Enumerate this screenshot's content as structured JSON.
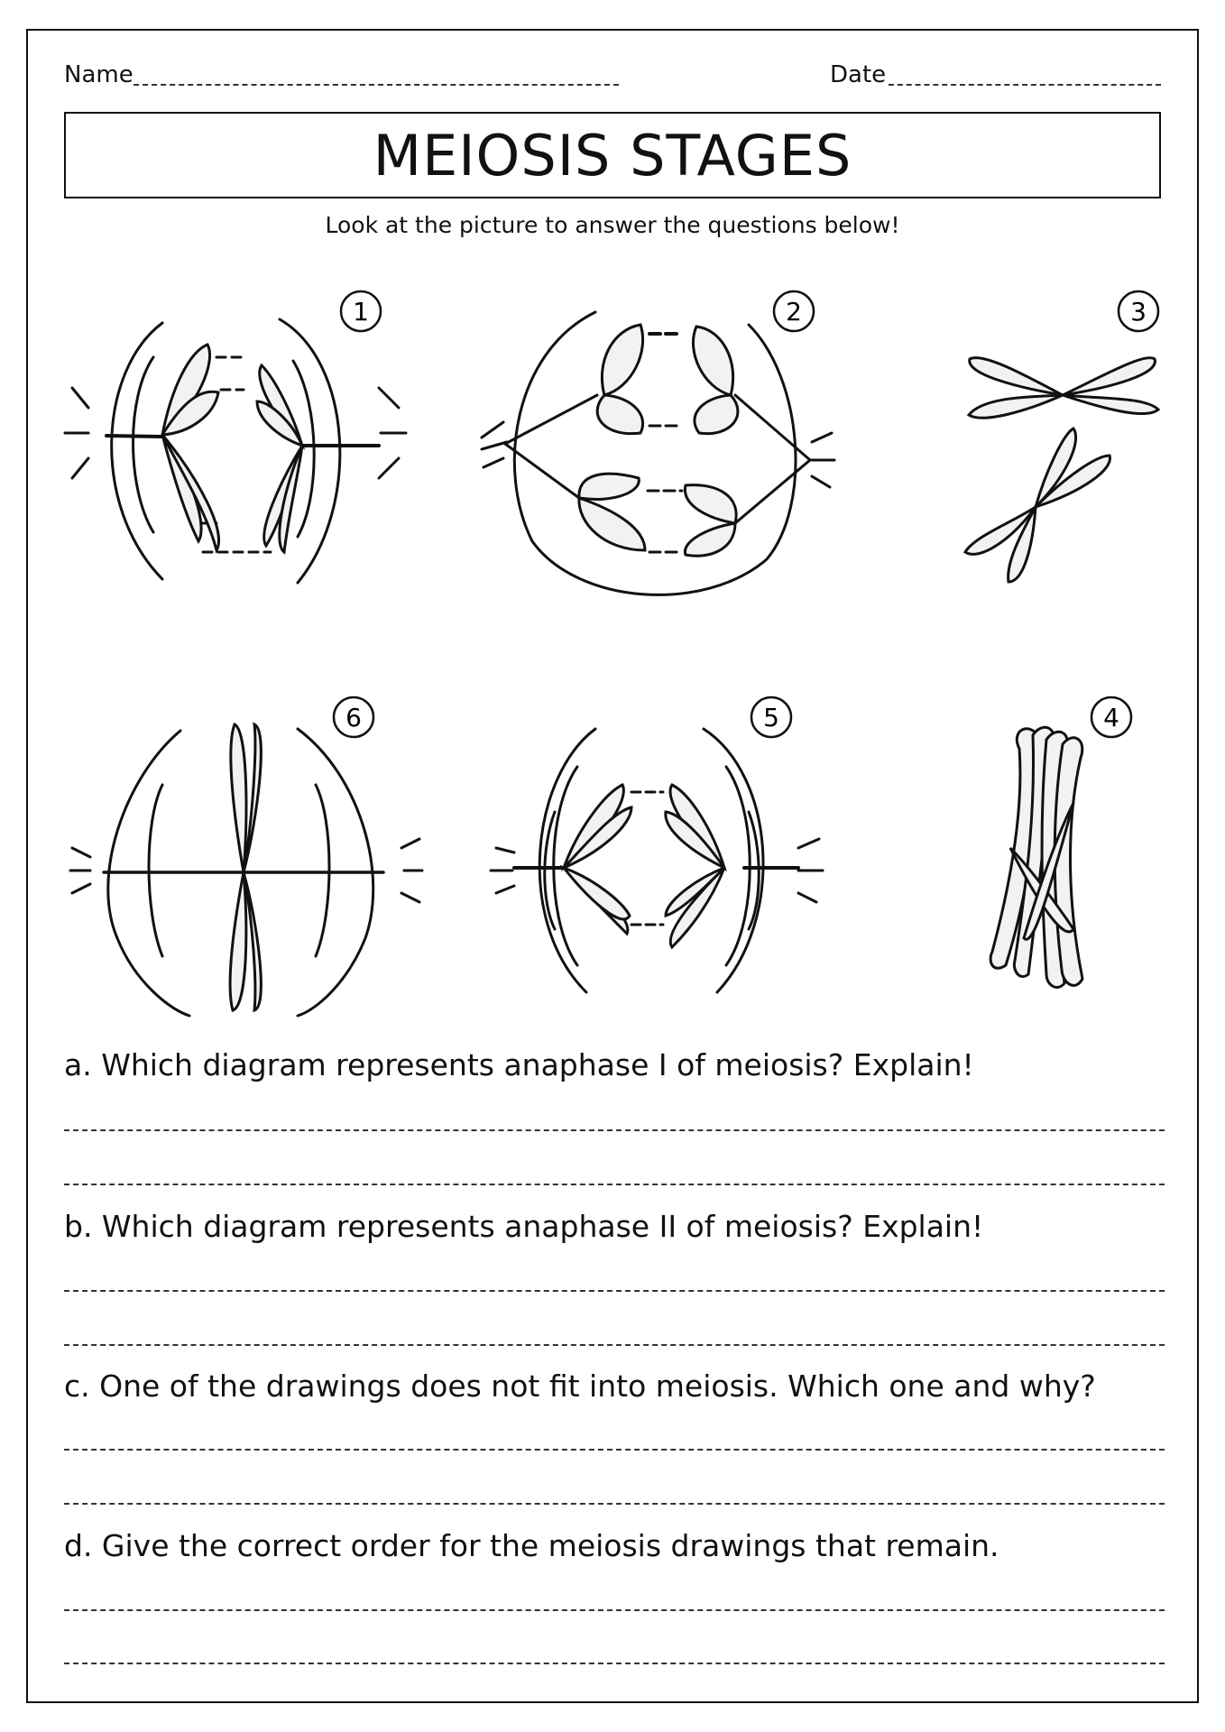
{
  "header": {
    "name_label": "Name",
    "date_label": "Date"
  },
  "title": "MEIOSIS STAGES",
  "instruction": "Look at the picture to answer the questions below!",
  "diagrams": [
    {
      "number": "1"
    },
    {
      "number": "2"
    },
    {
      "number": "3"
    },
    {
      "number": "6"
    },
    {
      "number": "5"
    },
    {
      "number": "4"
    }
  ],
  "questions": [
    {
      "letter": "a",
      "text": "a. Which diagram represents anaphase I of meiosis? Explain!"
    },
    {
      "letter": "b",
      "text": "b. Which diagram represents anaphase II of meiosis? Explain!"
    },
    {
      "letter": "c",
      "text": "c. One of the drawings does not fit into meiosis. Which one and why?"
    },
    {
      "letter": "d",
      "text": "d. Give the correct order for the meiosis drawings that remain."
    }
  ]
}
